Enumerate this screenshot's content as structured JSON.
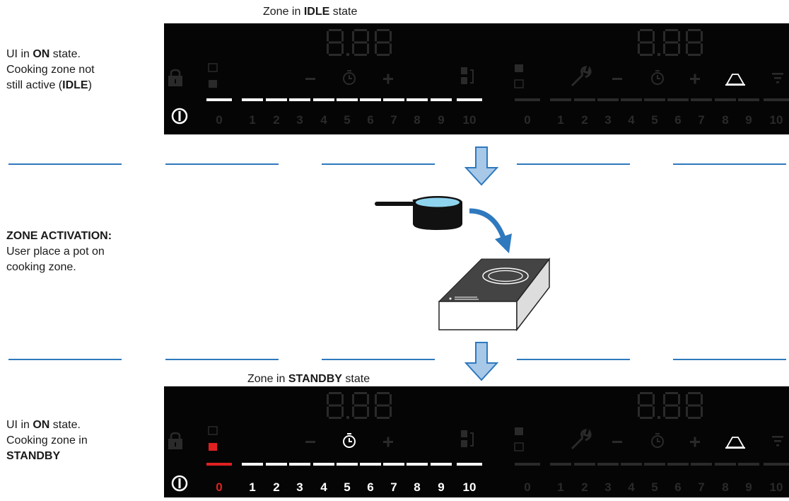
{
  "top": {
    "caption": {
      "pre": "Zone in ",
      "bold": "IDLE",
      "post": " state"
    },
    "side": {
      "l1_pre": "UI in ",
      "l1_bold": "ON",
      "l1_post": " state.",
      "l2": "Cooking zone not",
      "l3_pre": "still active (",
      "l3_bold": "IDLE",
      "l3_post": ")"
    },
    "zone": {
      "display": "8.88",
      "active_level": null,
      "timer_active": false
    },
    "zone2": {
      "display": "8.88"
    }
  },
  "middle": {
    "title": "ZONE ACTIVATION:",
    "l2": "User place a pot on",
    "l3": "cooking zone."
  },
  "bottom": {
    "caption": {
      "pre": "Zone in ",
      "bold": "STANDBY",
      "post": " state"
    },
    "side": {
      "l1_pre": "UI in ",
      "l1_bold": "ON",
      "l1_post": " state.",
      "l2": "Cooking zone in",
      "l3": "STANDBY"
    },
    "zone": {
      "display": "8.88",
      "active_level": "0",
      "timer_active": true
    },
    "zone2": {
      "display": "8.88"
    }
  },
  "scale": [
    "0",
    "1",
    "2",
    "3",
    "4",
    "5",
    "6",
    "7",
    "8",
    "9",
    "10"
  ],
  "icons": {
    "lock": "lock-icon",
    "power": "power-icon",
    "timer": "timer-icon",
    "minus": "minus-icon",
    "plus": "plus-icon",
    "bridge": "bridge-icon",
    "wrench": "wrench-icon",
    "hood": "hood-icon",
    "filter": "filter-icon"
  },
  "colors": {
    "panel": "#050505",
    "dim": "#2a2a2a",
    "white": "#ffffff",
    "red": "#e02020",
    "arrow": "#a8c8e8",
    "arrow_border": "#2f79be",
    "divider": "#2f79be"
  }
}
